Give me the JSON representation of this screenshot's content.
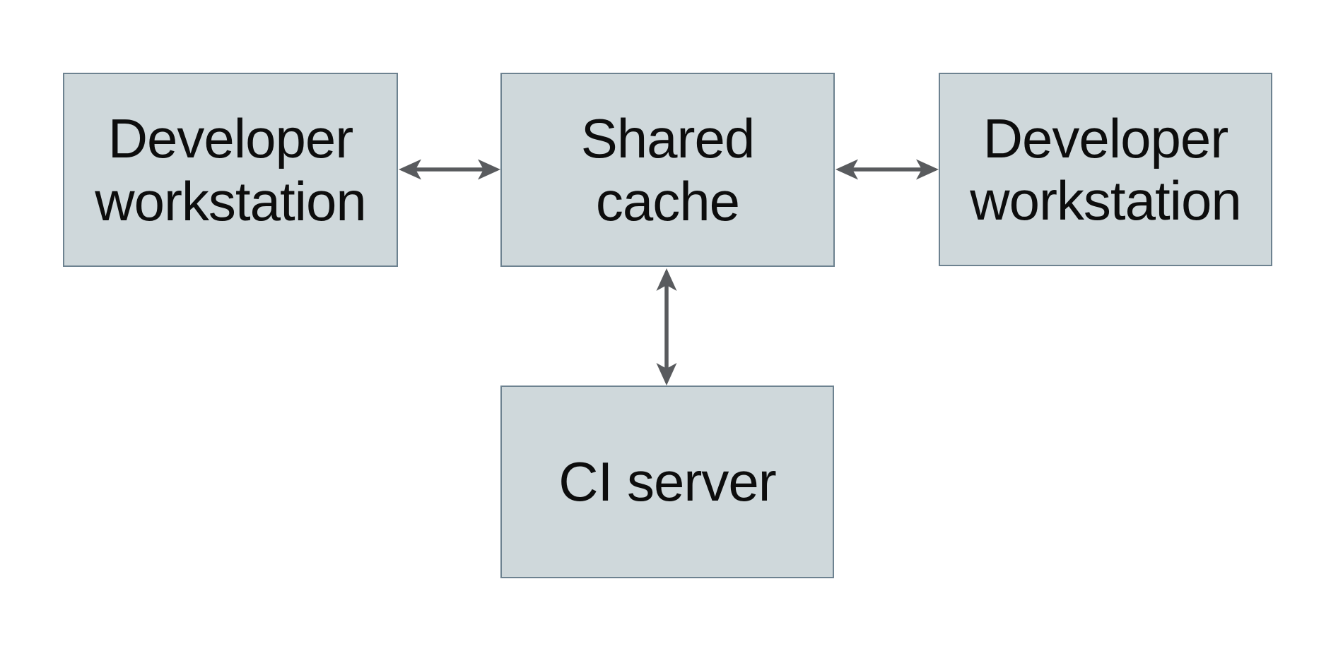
{
  "diagram": {
    "type": "architecture-diagram",
    "background_color": "#ffffff",
    "node_fill_color": "#cfd8db",
    "node_border_color": "#6d8290",
    "arrow_color": "#595b5e",
    "text_color": "#0d0d0d",
    "nodes": [
      {
        "id": "developer-workstation-left",
        "label": [
          "Developer",
          "workstation"
        ]
      },
      {
        "id": "shared-cache",
        "label": [
          "Shared",
          "cache"
        ]
      },
      {
        "id": "developer-workstation-right",
        "label": [
          "Developer",
          "workstation"
        ]
      },
      {
        "id": "ci-server",
        "label": [
          "CI server"
        ]
      }
    ],
    "edges": [
      {
        "from": "developer-workstation-left",
        "to": "shared-cache",
        "bidirectional": true
      },
      {
        "from": "developer-workstation-right",
        "to": "shared-cache",
        "bidirectional": true
      },
      {
        "from": "ci-server",
        "to": "shared-cache",
        "bidirectional": true
      }
    ]
  }
}
